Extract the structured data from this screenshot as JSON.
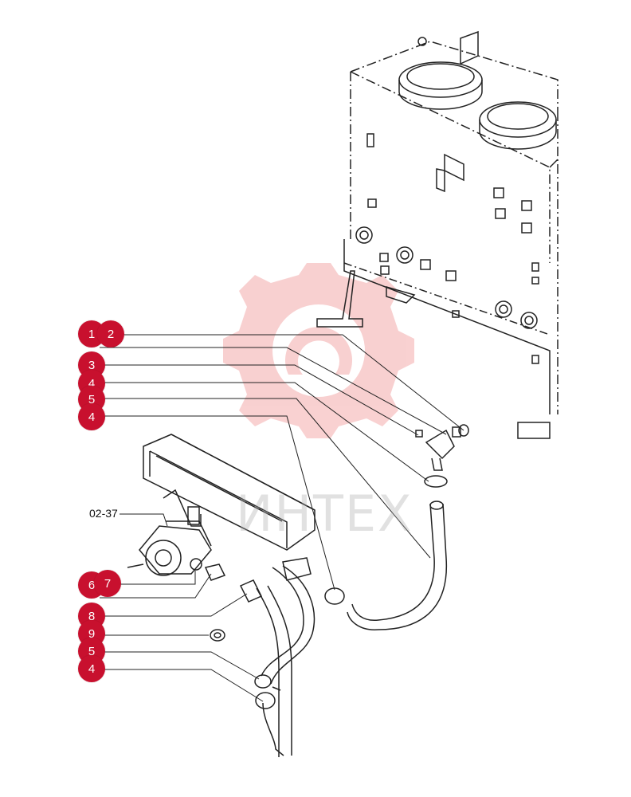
{
  "colors": {
    "accent": "#c8102e",
    "line": "#222222",
    "watermark": "#e85a5a"
  },
  "watermark": {
    "text": "ИНТЕХ"
  },
  "ref_label": "02-37",
  "callouts": [
    {
      "id": "c1",
      "label": "1"
    },
    {
      "id": "c2",
      "label": "2"
    },
    {
      "id": "c3",
      "label": "3"
    },
    {
      "id": "c4a",
      "label": "4"
    },
    {
      "id": "c5a",
      "label": "5"
    },
    {
      "id": "c4b",
      "label": "4"
    },
    {
      "id": "c6",
      "label": "6"
    },
    {
      "id": "c7",
      "label": "7"
    },
    {
      "id": "c8",
      "label": "8"
    },
    {
      "id": "c9",
      "label": "9"
    },
    {
      "id": "c5b",
      "label": "5"
    },
    {
      "id": "c4c",
      "label": "4"
    }
  ]
}
